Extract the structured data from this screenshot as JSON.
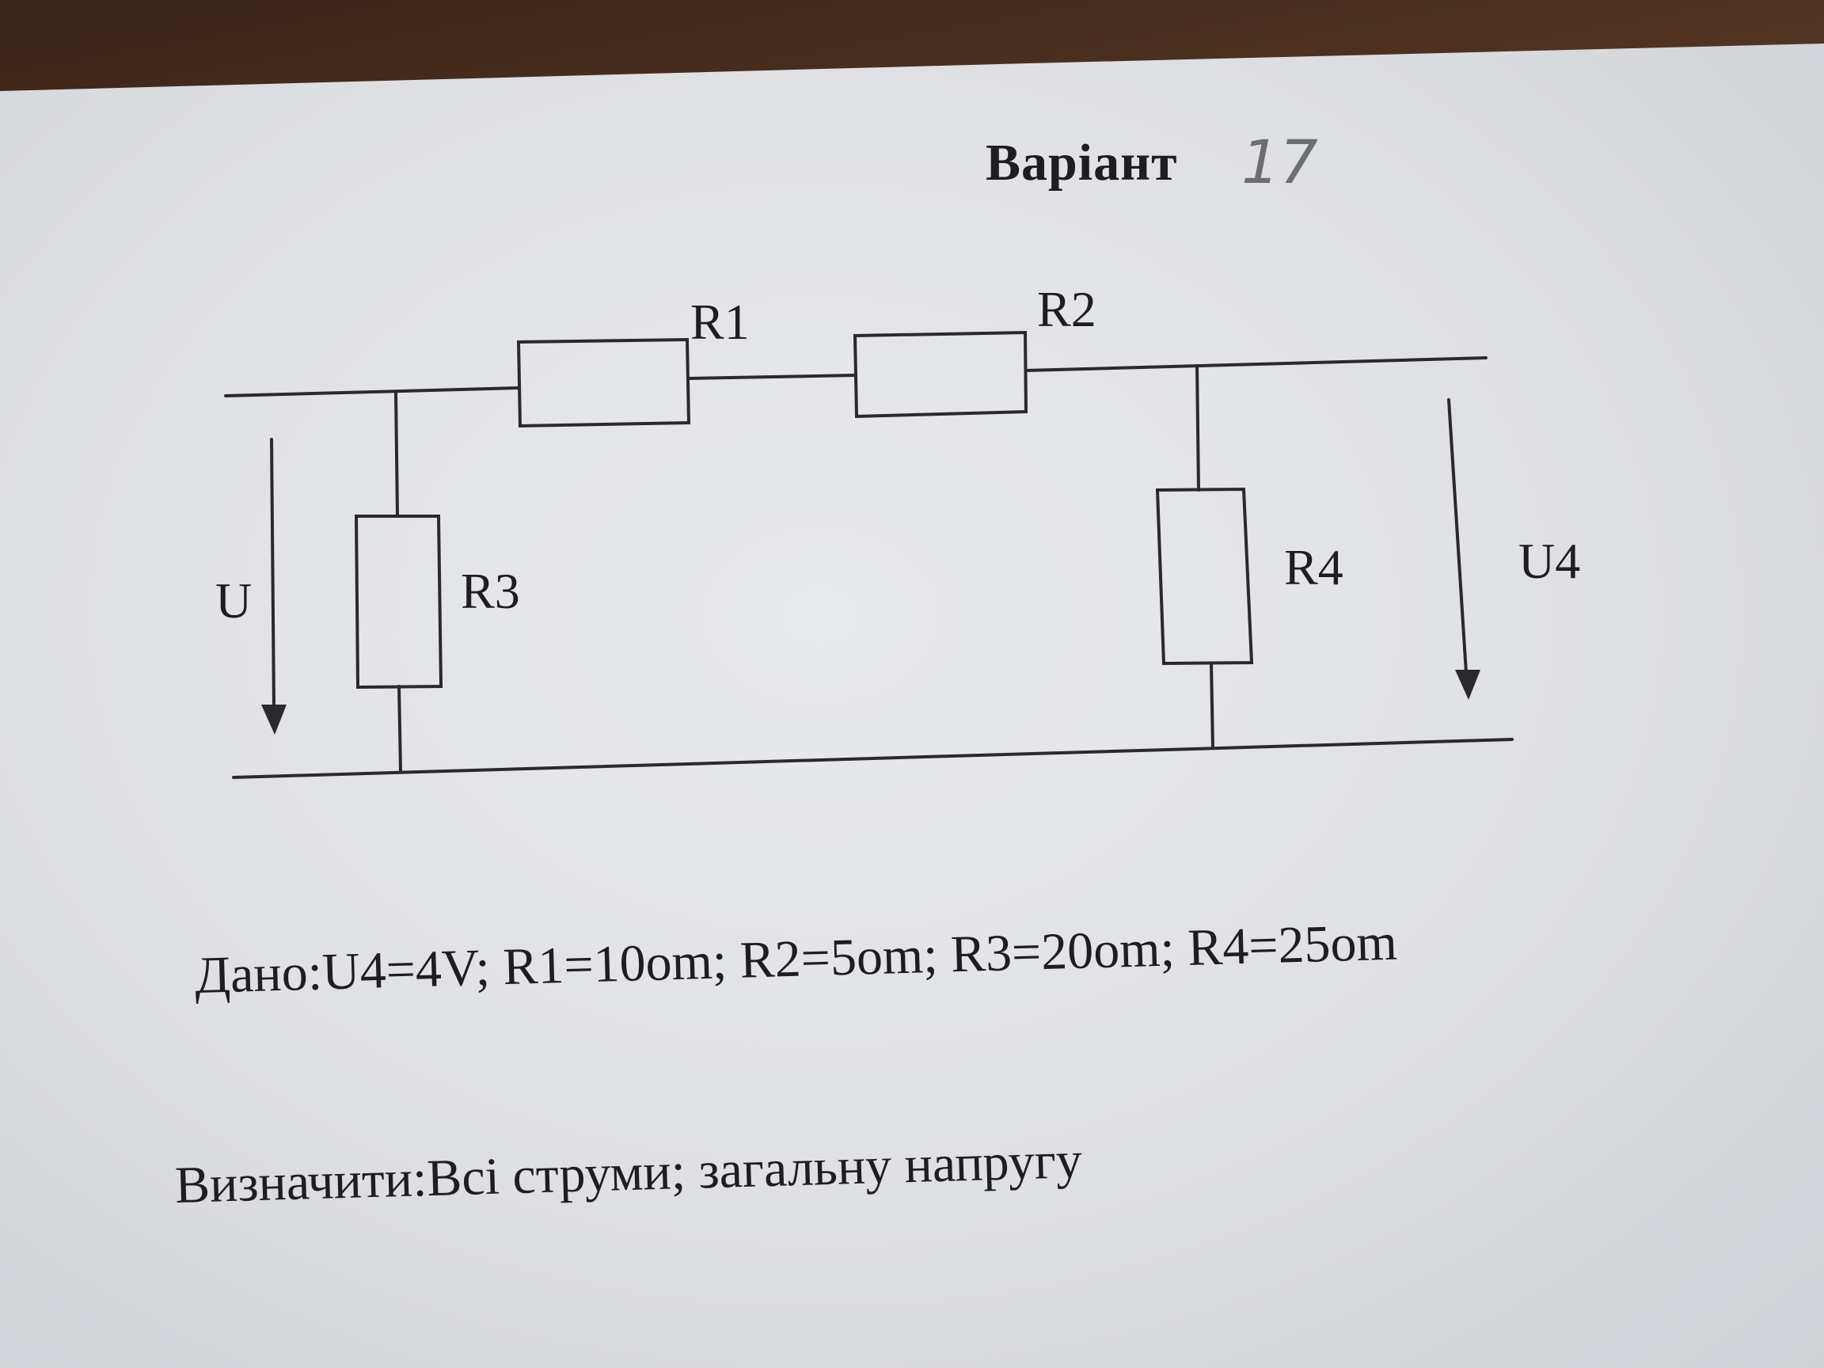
{
  "header": {
    "title": "Варіант",
    "variant_number": "17"
  },
  "circuit": {
    "labels": {
      "r1": "R1",
      "r2": "R2",
      "r3": "R3",
      "r4": "R4",
      "u": "U",
      "u4": "U4"
    }
  },
  "problem": {
    "given": "Дано:U4=4V; R1=10om; R2=5om; R3=20om; R4=25om",
    "task": "Визначити:Всі струми; загальну напругу"
  }
}
